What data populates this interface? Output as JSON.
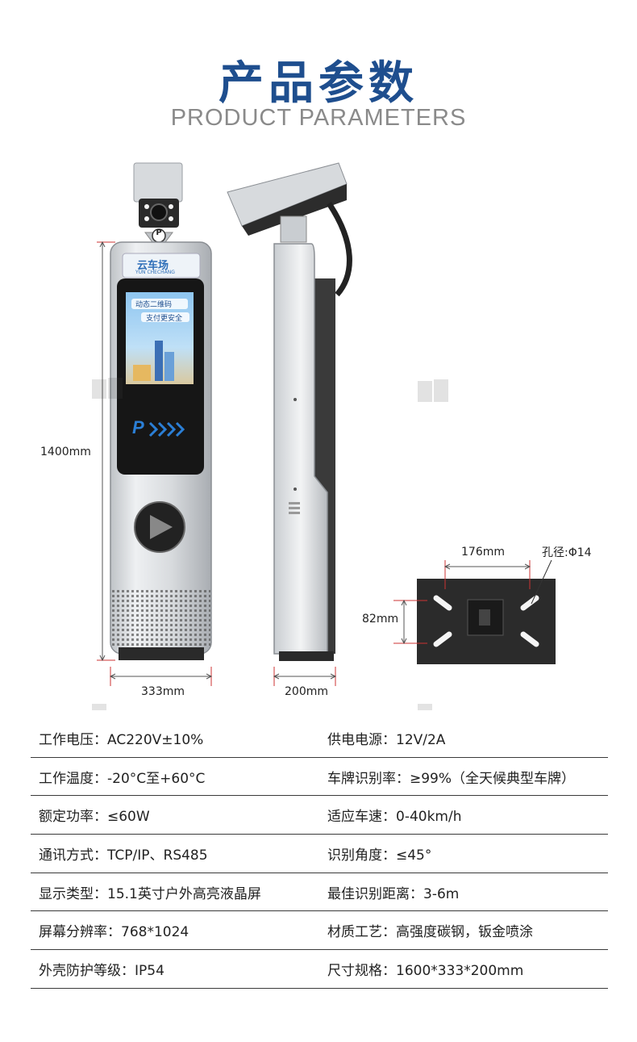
{
  "header": {
    "title": "产品参数",
    "subtitle": "PRODUCT PARAMETERS"
  },
  "device": {
    "brand_cn": "云车场",
    "brand_en": "YUN CHECHANG",
    "screen_line1": "动态二维码",
    "screen_line2": "支付更安全",
    "p_logo": "P"
  },
  "dimensions": {
    "height": "1400mm",
    "front_width": "333mm",
    "side_depth": "200mm",
    "base_width": "176mm",
    "base_depth": "82mm",
    "hole": "孔径:Φ14"
  },
  "colors": {
    "title": "#1e4e8e",
    "subtitle": "#8a8a8a",
    "screen_bg": "#1a1a1a",
    "arrow_blue": "#2b7fd6"
  },
  "specs": [
    [
      {
        "k": "工作电压：",
        "v": "AC220V±10%"
      },
      {
        "k": "供电电源：",
        "v": "12V/2A"
      }
    ],
    [
      {
        "k": "工作温度：",
        "v": "-20°C至+60°C"
      },
      {
        "k": "车牌识别率：",
        "v": "≥99%（全天候典型车牌）"
      }
    ],
    [
      {
        "k": "额定功率：",
        "v": "≤60W"
      },
      {
        "k": "适应车速：",
        "v": "0-40km/h"
      }
    ],
    [
      {
        "k": "通讯方式：",
        "v": "TCP/IP、RS485"
      },
      {
        "k": "识别角度：",
        "v": "≤45°"
      }
    ],
    [
      {
        "k": "显示类型：",
        "v": "15.1英寸户外高亮液晶屏"
      },
      {
        "k": "最佳识别距离：",
        "v": "3-6m"
      }
    ],
    [
      {
        "k": "屏幕分辨率：",
        "v": "768*1024"
      },
      {
        "k": "材质工艺：",
        "v": "高强度碳钢，钣金喷涂"
      }
    ],
    [
      {
        "k": "外壳防护等级：",
        "v": "IP54"
      },
      {
        "k": "尺寸规格：",
        "v": "1600*333*200mm"
      }
    ]
  ]
}
